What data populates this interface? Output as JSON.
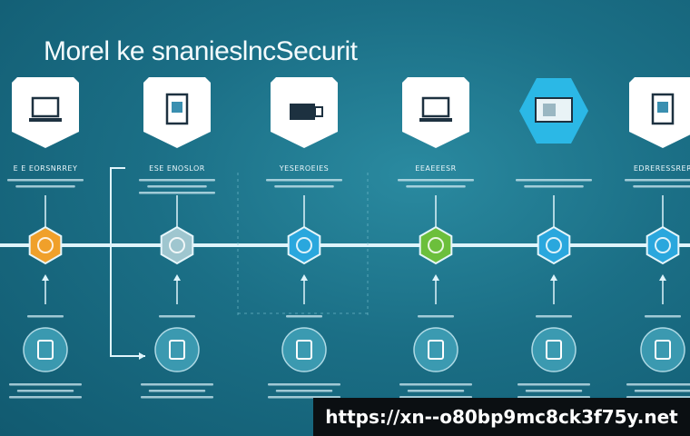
{
  "title": "Morel ke snanieslncSecurit",
  "stage_labels": [
    "E E EORSNRREY",
    "ESE ENOSLOR",
    "YESEROEIES",
    "EEAEEESR",
    "",
    "EDRERESSRER"
  ],
  "watermark_url": "https://xn--o80bp9mc8ck3f75y.net",
  "colors": {
    "background": "#1b6f86",
    "card": "#ffffff",
    "highlight_card": "#2bb8e6",
    "timeline": "#dff4fb",
    "node_orange": "#f0a02a",
    "node_grey": "#9fc6cf",
    "node_blue": "#2aa7dd",
    "node_green": "#6cbf3c",
    "banner": "#0b0f12"
  },
  "icons": [
    "laptop-icon",
    "document-icon",
    "printer-icon",
    "monitor-icon",
    "server-icon",
    "file-icon"
  ]
}
